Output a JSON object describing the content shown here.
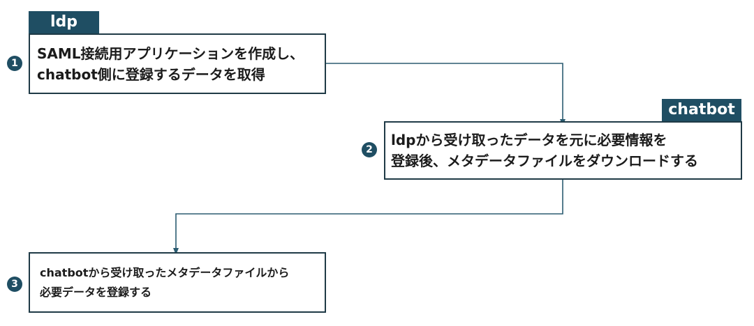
{
  "steps": [
    {
      "number": "1",
      "tag": "ldp",
      "lines": [
        "SAML接続用アプリケーションを作成し、",
        "chatbot側に登録するデータを取得"
      ]
    },
    {
      "number": "2",
      "tag": "chatbot",
      "lines": [
        "ldpから受け取ったデータを元に必要情報を",
        "登録後、メタデータファイルをダウンロードする"
      ]
    },
    {
      "number": "3",
      "tag": "",
      "lines": [
        "chatbotから受け取ったメタデータファイルから",
        "必要データを登録する"
      ]
    }
  ],
  "colors": {
    "tag_background": "#1f4e63",
    "badge_background": "#1f4e63",
    "connector": "#2b5c71",
    "box_border": "#1f3a46"
  }
}
